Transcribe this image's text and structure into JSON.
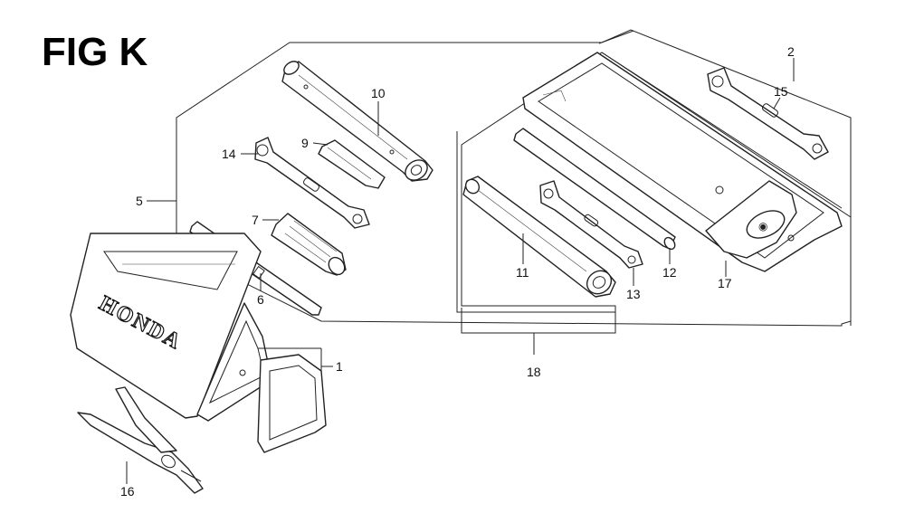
{
  "title": "FIG K",
  "callouts": {
    "c1": "1",
    "c2": "2",
    "c5": "5",
    "c6": "6",
    "c7": "7",
    "c9": "9",
    "c10": "10",
    "c11": "11",
    "c12": "12",
    "c13": "13",
    "c14": "14",
    "c15": "15",
    "c16": "16",
    "c17": "17",
    "c18": "18"
  },
  "case_logo": "HONDA",
  "pouch_logo": "◉"
}
